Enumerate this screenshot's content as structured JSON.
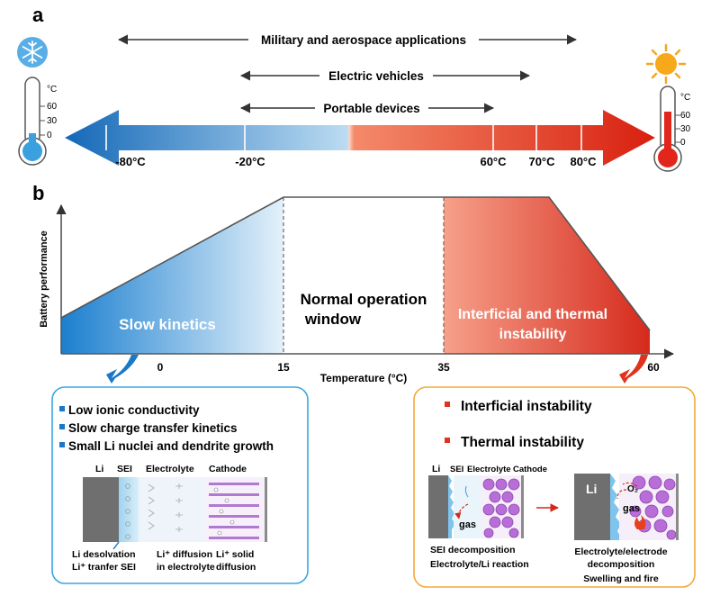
{
  "panel_a": {
    "letter": "a",
    "ranges": [
      {
        "label": "Military and aerospace applications"
      },
      {
        "label": "Electric vehicles"
      },
      {
        "label": "Portable devices"
      }
    ],
    "temperature_ticks": [
      "-80°C",
      "-20°C",
      "60°C",
      "70°C",
      "80°C"
    ],
    "cold_thermometer": {
      "unit": "°C",
      "ticks": [
        "60",
        "30",
        "0"
      ],
      "icon": "snowflake-icon"
    },
    "hot_thermometer": {
      "unit": "°C",
      "ticks": [
        "60",
        "30",
        "0"
      ],
      "icon": "sun-icon"
    },
    "colors": {
      "cold": "#1a7fd0",
      "hot": "#e0301a"
    }
  },
  "panel_b": {
    "letter": "b",
    "y_axis_label": "Battery performance",
    "x_axis_label": "Temperature (°C)",
    "x_ticks": [
      "0",
      "15",
      "35",
      "60"
    ],
    "regions": {
      "cold": "Slow kinetics",
      "normal_line1": "Normal operation",
      "normal_line2": "window",
      "hot_line1": "Interficial and thermal",
      "hot_line2": "instability"
    }
  },
  "cold_box": {
    "bullets": [
      "Low ionic conductivity",
      "Slow charge transfer kinetics",
      "Small Li nuclei and dendrite growth"
    ],
    "schematic_headers": [
      "Li",
      "SEI",
      "Electrolyte",
      "Cathode"
    ],
    "captions": {
      "c1_line1": "Li desolvation",
      "c1_line2": "Li⁺ tranfer SEI",
      "c2_line1": "Li⁺ diffusion",
      "c2_line2": "in electrolyte",
      "c3_line1": "Li⁺ solid",
      "c3_line2": "diffusion"
    }
  },
  "hot_box": {
    "bullets": [
      "Interficial instability",
      "Thermal  instability"
    ],
    "left_headers": [
      "Li",
      "SEI",
      "Electrolyte",
      "Cathode"
    ],
    "left_gas": "gas",
    "right_li": "Li",
    "right_o2": "O₂",
    "right_gas": "gas",
    "left_caption_1": "SEI decomposition",
    "left_caption_2": "Electrolyte/Li reaction",
    "right_caption_1": "Electrolyte/electrode",
    "right_caption_2": "decomposition",
    "right_caption_3": "Swelling and fire"
  }
}
